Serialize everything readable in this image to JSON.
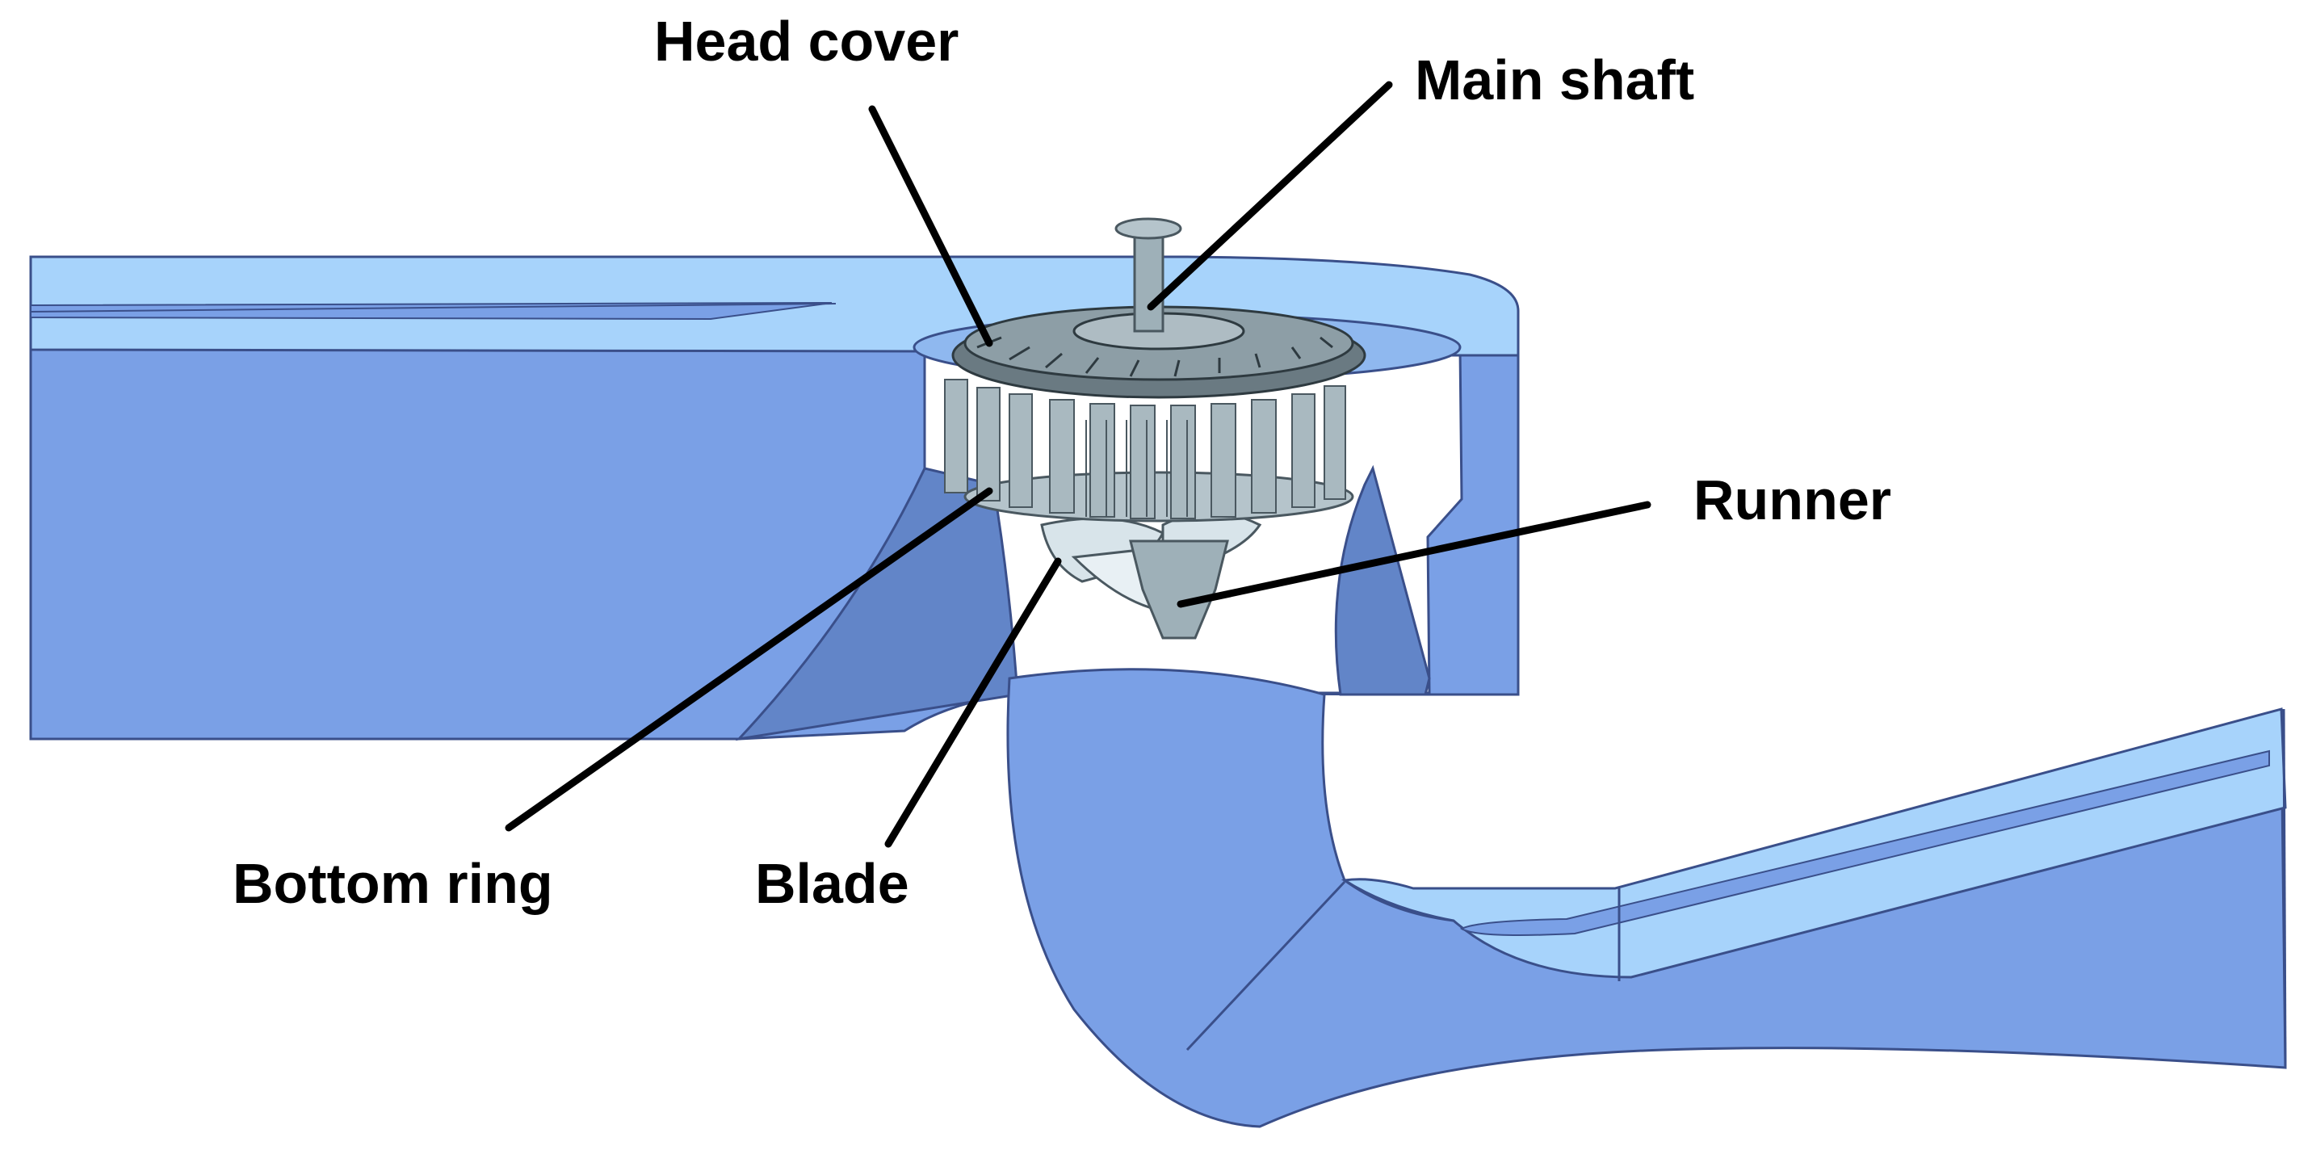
{
  "labels": {
    "head_cover": "Head cover",
    "main_shaft": "Main shaft",
    "runner": "Runner",
    "bottom_ring": "Bottom ring",
    "blade": "Blade"
  },
  "colors": {
    "background": "#ffffff",
    "face_top": "#a7d3fb",
    "face_side": "#7aa0e6",
    "face_shadow": "#6285c8",
    "edge": "#3a4f8a",
    "metal": "#9eb0b8",
    "metal_dark": "#4a5860",
    "blade": "#d8e4ea",
    "text": "#000000"
  }
}
